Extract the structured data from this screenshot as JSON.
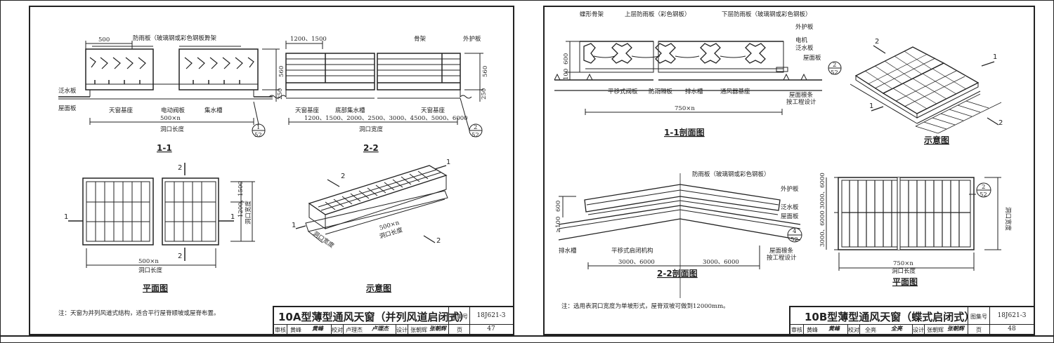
{
  "left_sheet": {
    "section_1_1": {
      "caption": "1-1",
      "labels": {
        "dim_top": "500",
        "rain_panel": "防雨板（玻璃钢或彩色钢板）",
        "frame": "骨架",
        "flashing": "泛水板",
        "roof_panel": "屋面板",
        "base": "天窗基座",
        "damper": "电动阀板",
        "gutter": "集水槽",
        "dim_height": "560",
        "dim_base": "250",
        "dim_length": "500×n",
        "length_label": "洞口长度",
        "ref_num": "1",
        "ref_page": "52"
      }
    },
    "section_2_2": {
      "caption": "2-2",
      "labels": {
        "dim_top": "1200、1500",
        "frame": "骨架",
        "outer_panel": "外护板",
        "base_left": "天窗基座",
        "bottom_gutter": "底部集水槽",
        "base_right": "天窗基座",
        "dim_height": "560",
        "dim_base": "250",
        "dim_widths": "1200、1500、2000、2500、3000、4500、5000、6000",
        "width_label": "洞口宽度",
        "ref_num": "2",
        "ref_page": "52"
      }
    },
    "plan": {
      "caption": "平面图",
      "section_mark_1": "1",
      "section_mark_2": "2",
      "dim_module": "1200、1500",
      "width_label": "洞口宽度",
      "dim_length": "500×n",
      "length_label": "洞口长度"
    },
    "iso": {
      "caption": "示意图",
      "section_mark_1": "1",
      "section_mark_2": "2",
      "dim_length": "500×n",
      "length_label": "洞口长度",
      "width_label": "洞口宽度"
    },
    "note": "注：天窗为并列风道式结构，适合平行屋脊顺坡或屋脊布置。",
    "title_block": {
      "title": "10A型薄型通风天窗（并列风道启闭式）",
      "atlas_label": "图集号",
      "atlas_no": "18J621-3",
      "review_label": "审核",
      "reviewer": "黄峰",
      "reviewer_sig": "黄峰",
      "check_label": "校对",
      "checker": "卢理杰",
      "checker_sig": "卢理杰",
      "design_label": "设计",
      "designer": "张朝辉",
      "designer_sig": "张朝辉",
      "page_label": "页",
      "page_no": "47"
    }
  },
  "right_sheet": {
    "section_1_1": {
      "caption": "1-1剖面图",
      "labels": {
        "butterfly_frame": "蝶形骨架",
        "upper_panel": "上层防雨板（彩色钢板）",
        "lower_panel": "下层防雨板（玻璃钢或彩色钢板）",
        "outer_panel": "外护板",
        "motor": "电机",
        "flashing": "泛水板",
        "roof_panel": "屋面板",
        "sliding_damper": "平移式阀板",
        "rain_baffle": "防雨隔板",
        "drain_gutter": "排水槽",
        "vent_base": "通风器基座",
        "purlin": "屋面檩条",
        "purlin_note": "按工程设计",
        "dim_height": "600",
        "dim_base": "100",
        "dim_length": "750×n",
        "ref_num": "2",
        "ref_page": "52"
      }
    },
    "section_2_2": {
      "caption": "2-2剖面图",
      "labels": {
        "rain_panel": "防雨板（玻璃钢或彩色钢板）",
        "outer_panel": "外护板",
        "flashing": "泛水板",
        "roof_panel": "屋面板",
        "drain_gutter": "排水槽",
        "mechanism": "平移式启闭机构",
        "purlin": "屋面檩条",
        "purlin_note": "按工程设计",
        "dim_height": "600",
        "dim_base": "≥100",
        "dim_left": "3000、6000",
        "dim_right": "3000、6000",
        "ref_num": "4",
        "ref_page": "52"
      }
    },
    "iso": {
      "caption": "示意图",
      "section_mark_1": "1",
      "section_mark_2": "2"
    },
    "plan": {
      "caption": "平面图",
      "dim_upper": "3000、6000",
      "dim_lower": "3000、6000",
      "width_label": "洞口宽度",
      "dim_length": "750×n",
      "length_label": "洞口长度",
      "ref_num": "2",
      "ref_page": "52"
    },
    "note": "注：选用表洞口宽度为单坡形式，屋脊双坡可做到12000mm。",
    "title_block": {
      "title": "10B型薄型通风天窗（蝶式启闭式）",
      "atlas_label": "图集号",
      "atlas_no": "18J621-3",
      "review_label": "审核",
      "reviewer": "黄峰",
      "reviewer_sig": "黄峰",
      "check_label": "校对",
      "checker": "全亮",
      "checker_sig": "全亮",
      "design_label": "设计",
      "designer": "张朝辉",
      "designer_sig": "张朝辉",
      "page_label": "页",
      "page_no": "48"
    }
  }
}
